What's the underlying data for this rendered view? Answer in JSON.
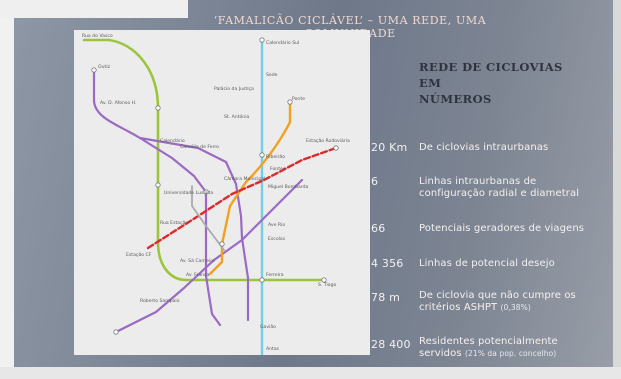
{
  "slide": {
    "title": "‘FAMALICÃO CICLÁVEL’ – UMA REDE, UMA COMUNIDADE",
    "heading_line1": "REDE DE CICLOVIAS EM",
    "heading_line2": "NÚMEROS"
  },
  "stats": [
    {
      "value": "20 Km",
      "label_line1": "De ciclovias intraurbanas"
    },
    {
      "value": "6",
      "label_line1": "Linhas intraurbanas de",
      "label_line2": "configuração radial e diametral"
    },
    {
      "value": "66",
      "label_line1": "Potenciais geradores de viagens"
    },
    {
      "value": "4 356",
      "label_line1": "Linhas de potencial desejo"
    },
    {
      "value": "78 m",
      "label_line1": "De ciclovia que não cumpre os",
      "label_line2": "critérios ASHPT",
      "note": "(0,38%)"
    },
    {
      "value": "28 400",
      "label_line1": "Residentes potencialmente",
      "label_line2": "servidos",
      "note": "(21% da pop. concelho)"
    }
  ],
  "map": {
    "line_colors": {
      "green": "#9bc53d",
      "cyan": "#72cfe2",
      "orange": "#f2a11f",
      "red": "#dd2b2b",
      "purple": "#9b6ac2",
      "grey": "#a7aaae"
    },
    "stations": [
      "Rua do Vasco",
      "Outiz",
      "Av. D. Afonso H.",
      "Calendário",
      "Camélia de Ferro",
      "Ribeirão",
      "Universidade Lusíada",
      "Rua Estação",
      "Câmara Municipal",
      "Estação CF",
      "Av. França",
      "Roberto Sampaio",
      "Av. Sá Carneiro",
      "Miguel Bombarda",
      "Ave Rio",
      "Ferreira",
      "S. Tiago",
      "Escolas",
      "Antas",
      "Calendário Sul",
      "Palácio da Justiça",
      "St. Antónia",
      "Ponte",
      "Estação Rodoviária",
      "Fontes",
      "Sede",
      "Gavião"
    ]
  }
}
